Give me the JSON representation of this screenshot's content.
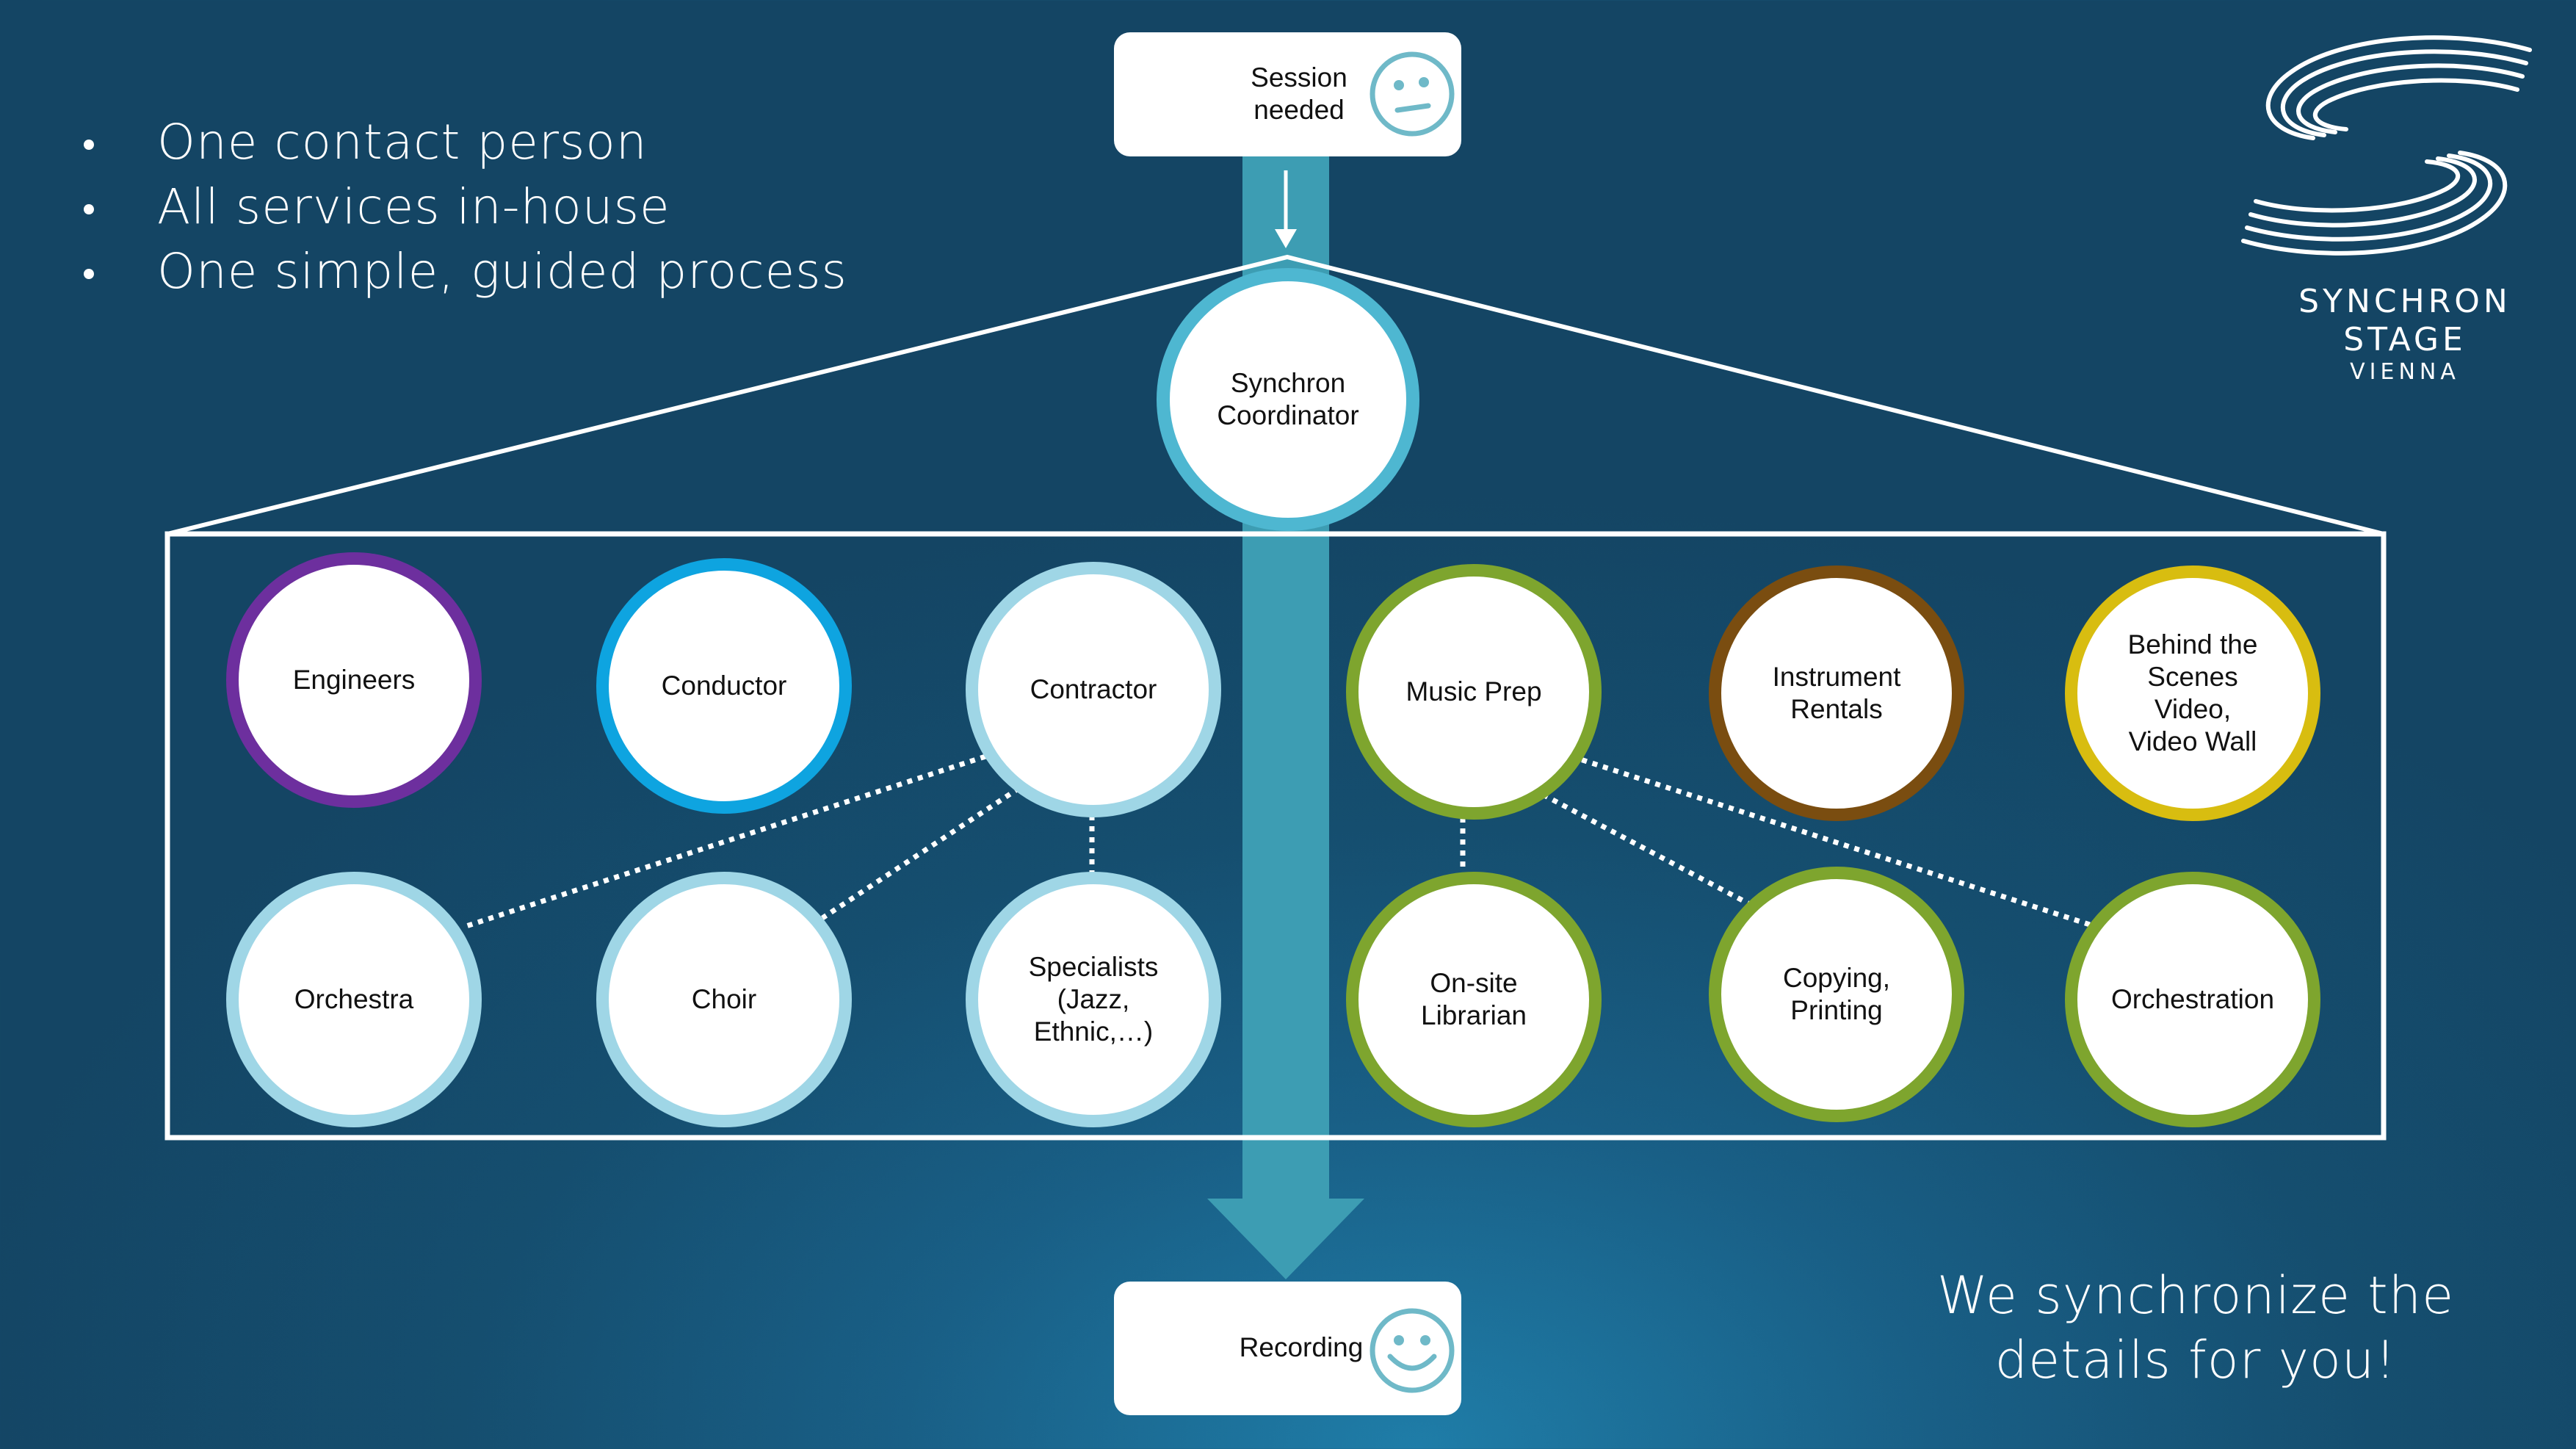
{
  "bullets": [
    "One contact person",
    "All services in-house",
    "One simple, guided process"
  ],
  "top_box": {
    "label": "Session\nneeded"
  },
  "bottom_box": {
    "label": "Recording"
  },
  "coordinator": {
    "label": "Synchron\nCoordinator",
    "color": "#4eb7d1"
  },
  "nodes": {
    "engineers": {
      "label": "Engineers",
      "color": "#6d2f9e"
    },
    "conductor": {
      "label": "Conductor",
      "color": "#0ea4e0"
    },
    "contractor": {
      "label": "Contractor",
      "color": "#9fd6e6"
    },
    "music_prep": {
      "label": "Music Prep",
      "color": "#7ea52e"
    },
    "instrument_rentals": {
      "label": "Instrument\nRentals",
      "color": "#7a4d10"
    },
    "behind_the_scenes": {
      "label": "Behind the\nScenes\nVideo,\nVideo Wall",
      "color": "#d8bd10"
    },
    "orchestra": {
      "label": "Orchestra",
      "color": "#9fd6e6"
    },
    "choir": {
      "label": "Choir",
      "color": "#9fd6e6"
    },
    "specialists": {
      "label": "Specialists\n(Jazz,\nEthnic,…)",
      "color": "#9fd6e6"
    },
    "onsite_librarian": {
      "label": "On-site\nLibrarian",
      "color": "#7ea52e"
    },
    "copying_printing": {
      "label": "Copying,\nPrinting",
      "color": "#7ea52e"
    },
    "orchestration": {
      "label": "Orchestration",
      "color": "#7ea52e"
    }
  },
  "logo": {
    "name": "SYNCHRON STAGE",
    "sub": "VIENNA"
  },
  "tagline": "We synchronize the\ndetails for you!",
  "colors": {
    "flow_arrow": "#3d9db3",
    "face": "#6fb9c8",
    "frame": "#ffffff"
  }
}
